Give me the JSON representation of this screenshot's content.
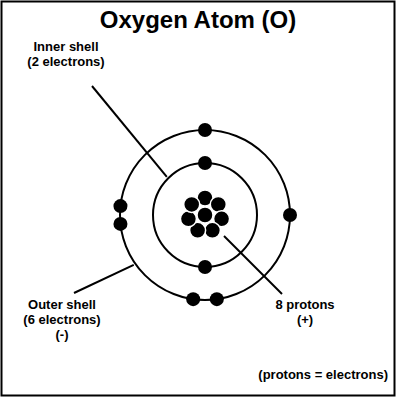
{
  "diagram": {
    "title": "Oxygen Atom (O)",
    "labels": [
      "Inner shell (2 electrons)",
      "Outer shell (6 electrons) (-)",
      "8 protons (+)",
      "(protons = electrons)"
    ]
  }
}
